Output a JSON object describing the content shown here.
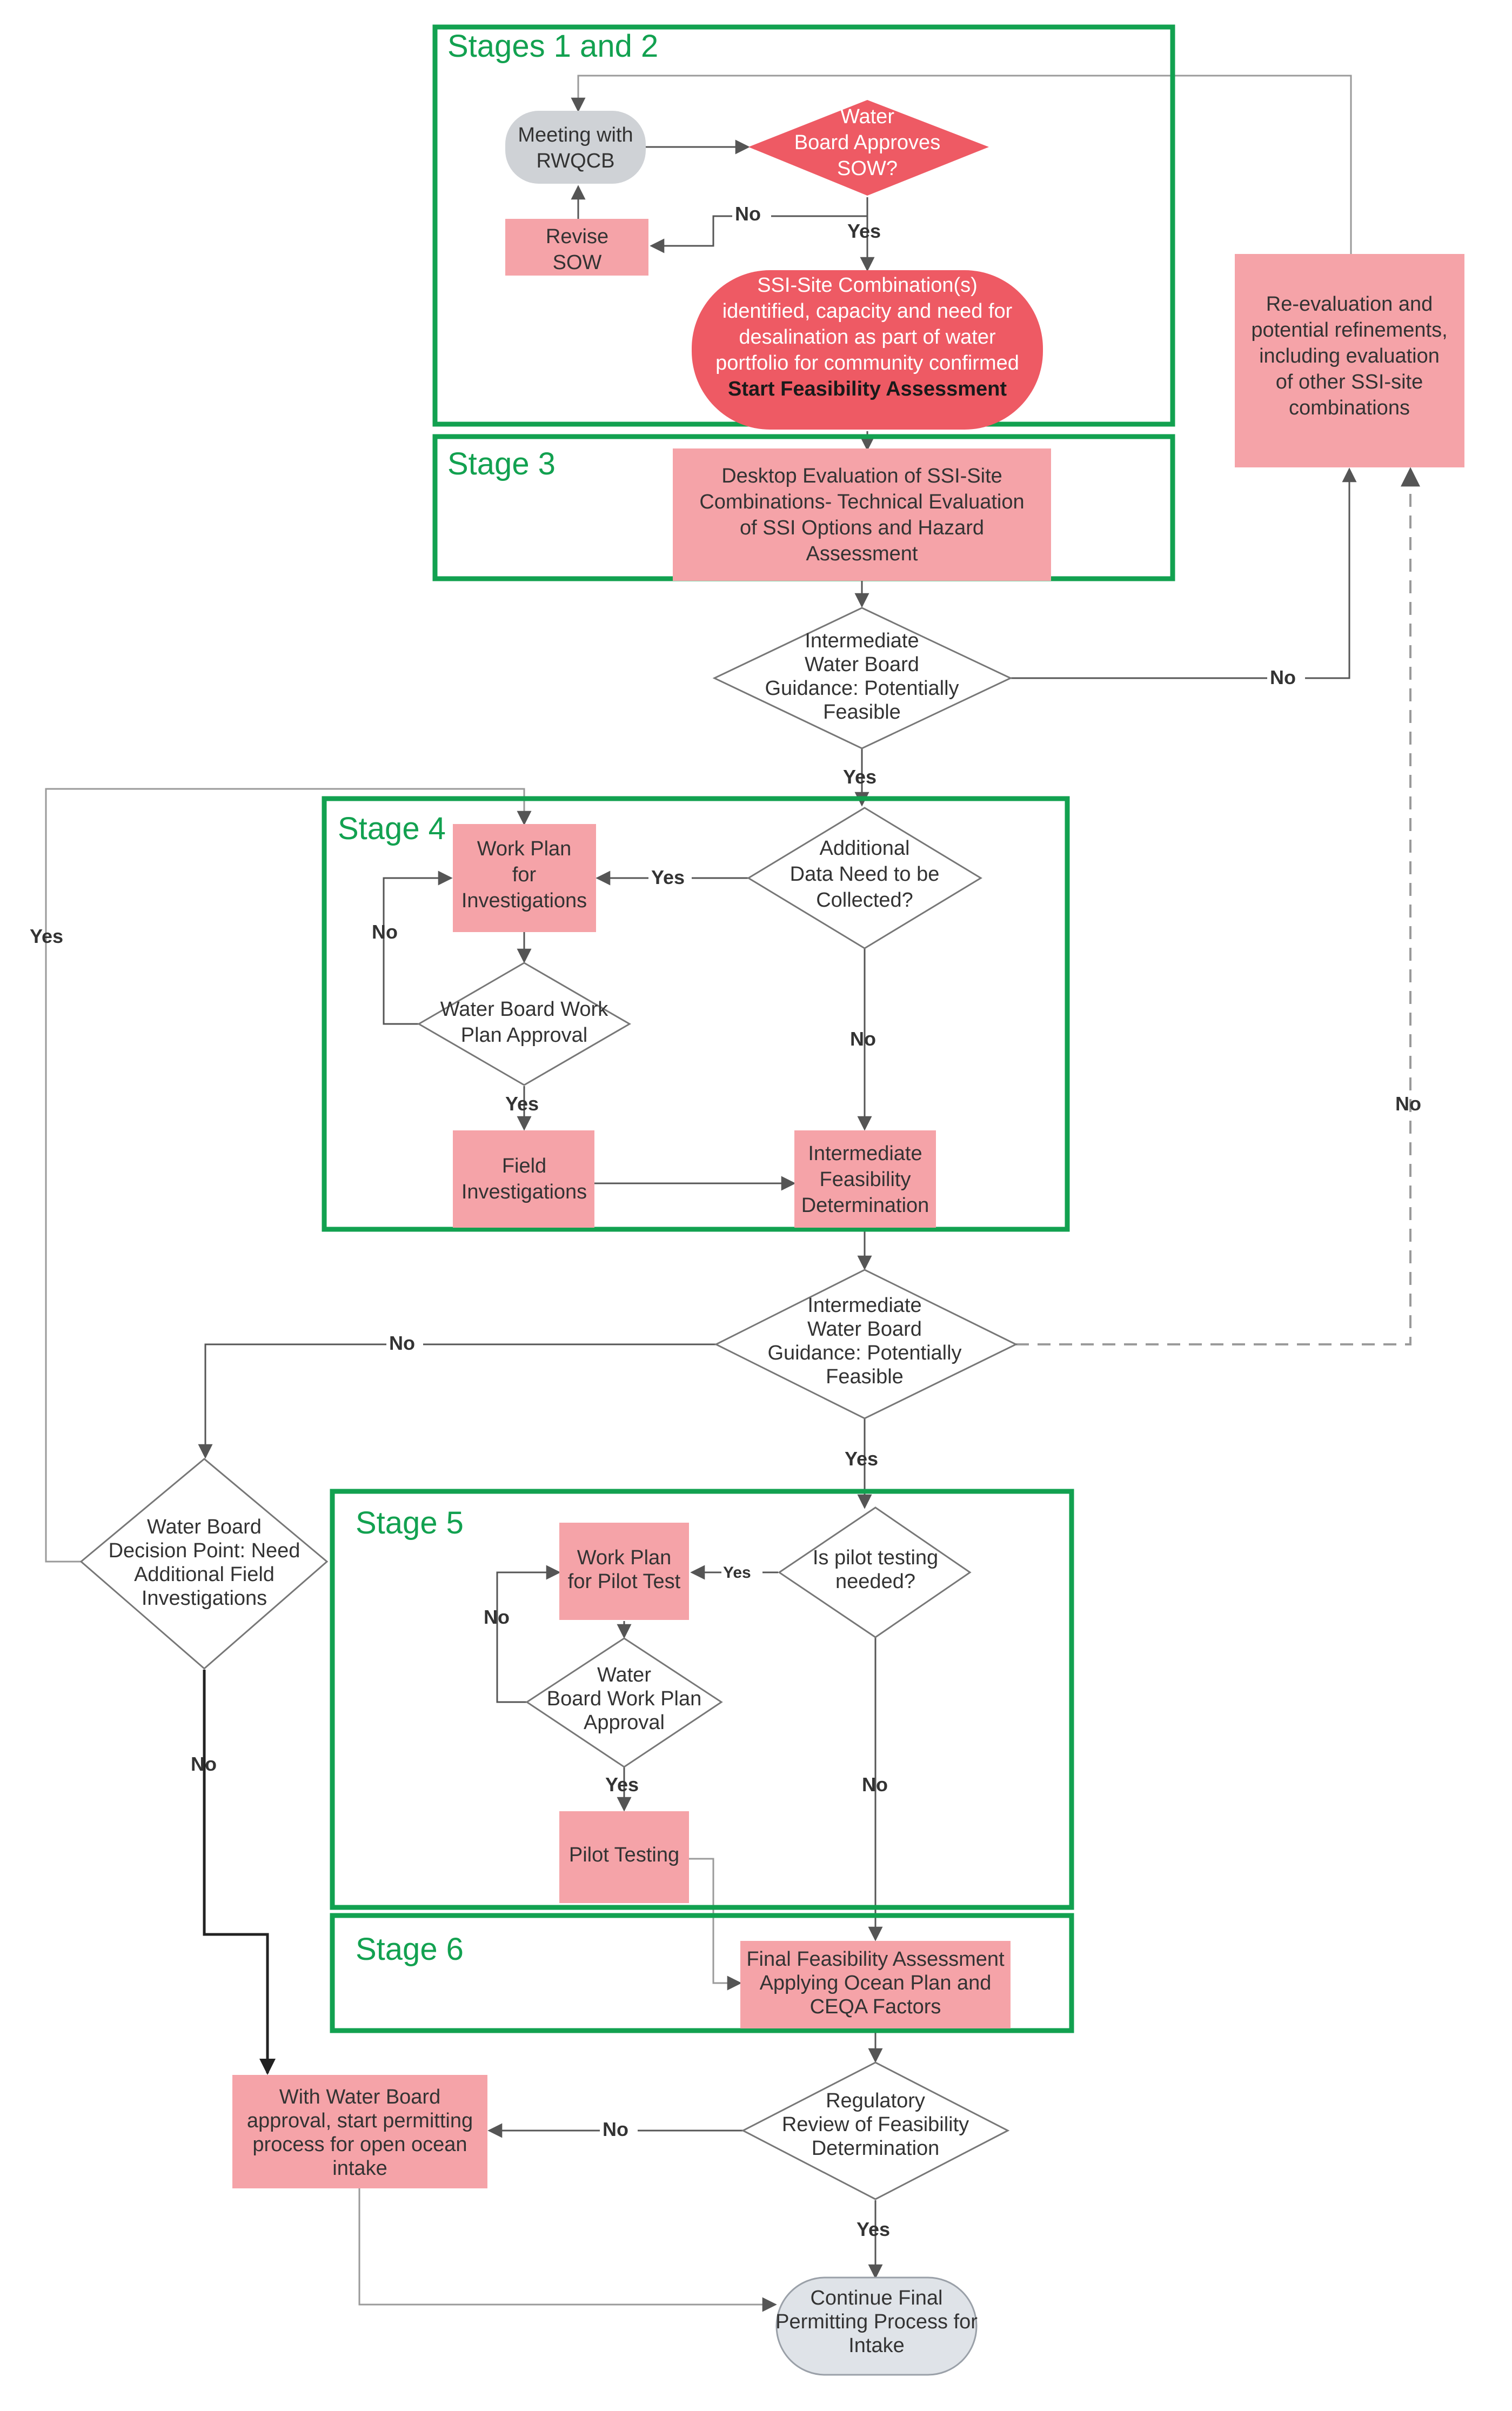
{
  "stages": {
    "s12": "Stages 1 and 2",
    "s3": "Stage 3",
    "s4": "Stage 4",
    "s5": "Stage 5",
    "s6": "Stage 6"
  },
  "nodes": {
    "meeting": [
      "Meeting with",
      "RWQCB"
    ],
    "approve_sow": [
      "Water",
      "Board Approves",
      "SOW?"
    ],
    "revise_sow": [
      "Revise",
      "SOW"
    ],
    "ssi_site": [
      "SSI-Site Combination(s)",
      "identified, capacity and need for",
      "desalination as part of water",
      "portfolio for community confirmed"
    ],
    "ssi_site_bold": "Start Feasibility Assessment",
    "reevaluation": [
      "Re-evaluation and",
      "potential refinements,",
      "including evaluation",
      "of other SSI-site",
      "combinations"
    ],
    "desktop_eval": [
      "Desktop Evaluation of SSI-Site",
      "Combinations- Technical Evaluation",
      "of SSI Options and Hazard",
      "Assessment"
    ],
    "guidance1": [
      "Intermediate",
      "Water Board",
      "Guidance: Potentially",
      "Feasible"
    ],
    "work_plan_inv": [
      "Work Plan",
      "for",
      "Investigations"
    ],
    "additional_data": [
      "Additional",
      "Data Need to be",
      "Collected?"
    ],
    "wb_work_plan_approval": [
      "Water Board Work",
      "Plan Approval"
    ],
    "field_inv": [
      "Field",
      "Investigations"
    ],
    "intermediate_det": [
      "Intermediate",
      "Feasibility",
      "Determination"
    ],
    "guidance2": [
      "Intermediate",
      "Water Board",
      "Guidance: Potentially",
      "Feasible"
    ],
    "decision_point": [
      "Water Board",
      "Decision Point: Need",
      "Additional Field",
      "Investigations"
    ],
    "work_plan_pilot": [
      "Work Plan",
      "for Pilot Test"
    ],
    "pilot_needed": [
      "Is pilot testing",
      "needed?"
    ],
    "wb_pilot_approval": [
      "Water",
      "Board Work Plan",
      "Approval"
    ],
    "pilot_testing": [
      "Pilot Testing"
    ],
    "final_assessment": [
      "Final Feasibility Assessment",
      "Applying Ocean Plan and",
      "CEQA Factors"
    ],
    "regulatory_review": [
      "Regulatory",
      "Review of Feasibility",
      "Determination"
    ],
    "open_ocean": [
      "With Water Board",
      "approval, start permitting",
      "process for open ocean",
      "intake"
    ],
    "continue_final": [
      "Continue Final",
      "Permitting Process for",
      "Intake"
    ]
  },
  "edge_labels": {
    "yes": "Yes",
    "no": "No"
  },
  "colors": {
    "stage_green": "#12a150",
    "node_pink": "#f5a3a8",
    "node_red": "#ee5a64",
    "node_grey": "#cfd2d6"
  }
}
